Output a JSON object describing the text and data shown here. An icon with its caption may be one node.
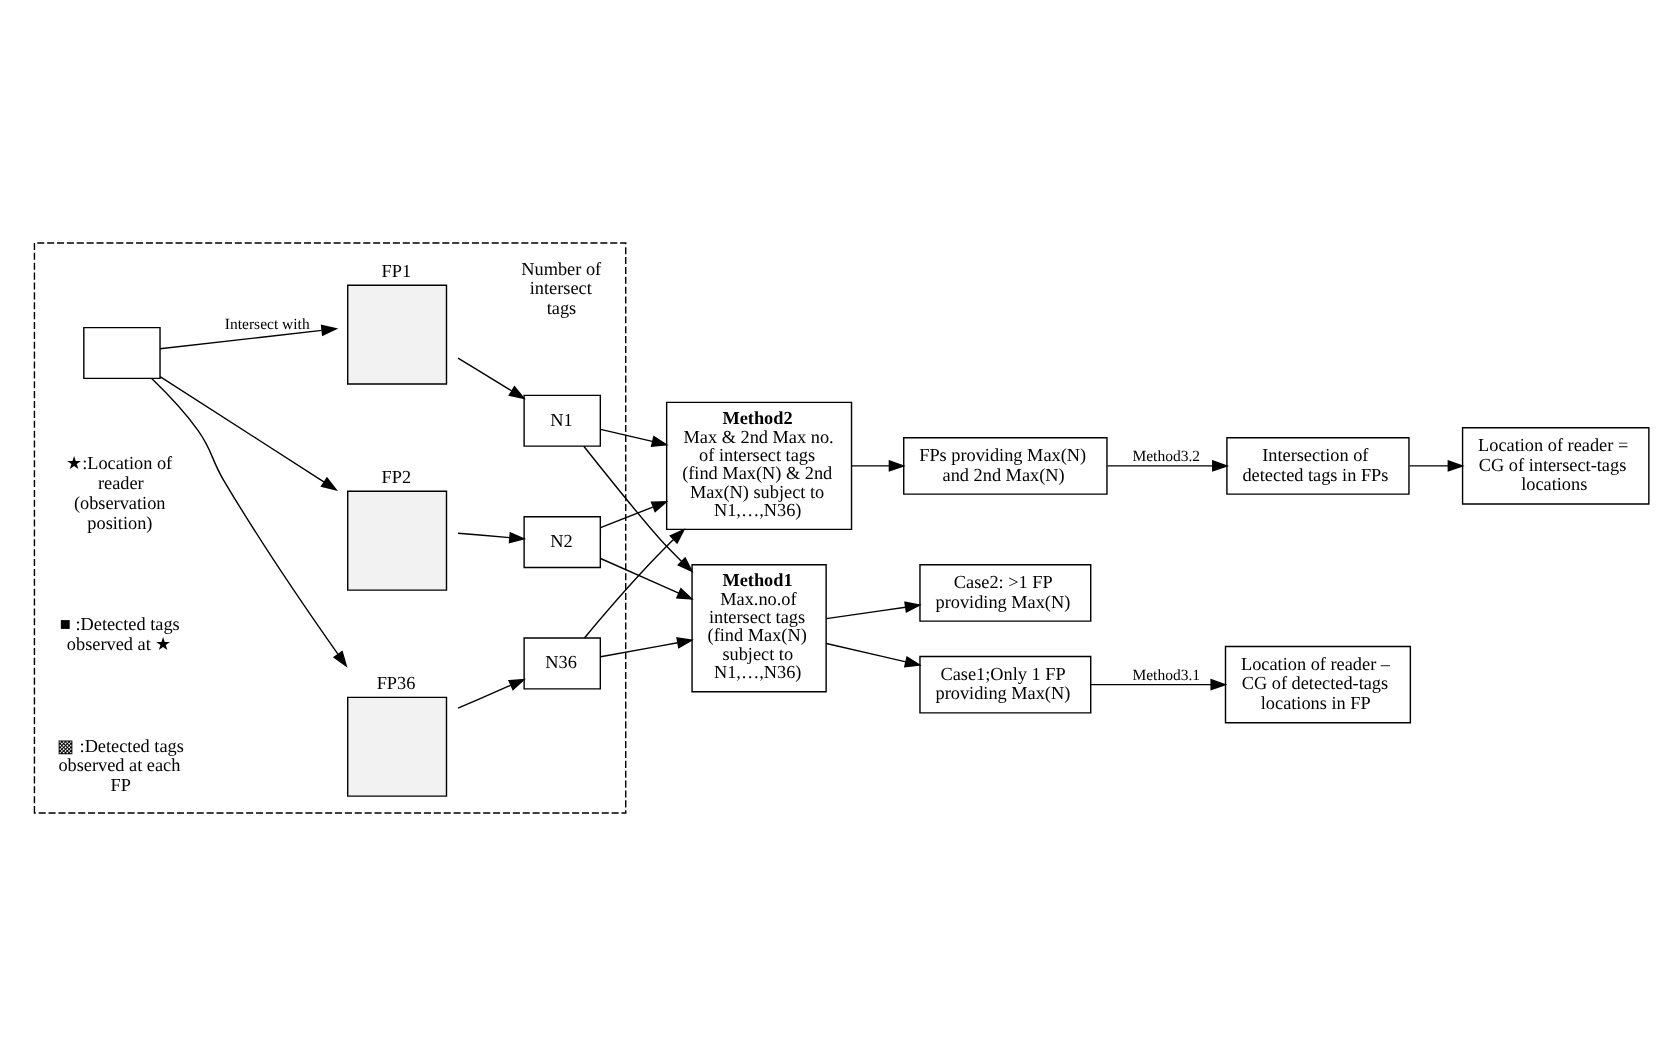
{
  "diagram": {
    "nodes": [
      {
        "text": [],
        "shape": "box"
      },
      {
        "text": [],
        "shape": "box",
        "in": 0
      },
      {
        "text": [
          "FP1"
        ],
        "in": 0
      },
      {
        "text": [
          "FP2"
        ],
        "in": 0
      },
      {
        "text": [
          "FP36"
        ],
        "in": 0
      },
      {
        "text": [
          "N1"
        ],
        "in": 0
      },
      {
        "text": [
          "N2"
        ],
        "in": 0
      },
      {
        "text": [
          "N36"
        ],
        "in": 0
      },
      {
        "text": [
          "Method1",
          "Max.no.of intersect tags (find Max(N) subject to N1,…,N36)"
        ]
      },
      {
        "text": [
          "Case1;Only 1 FP providing Max(N)"
        ]
      },
      {
        "text": [
          "Location of reader – CG of detected-tags locations in FP"
        ]
      },
      {
        "text": [
          "Case2: >1 FP providing Max(N)"
        ]
      },
      {
        "text": [
          "Method2",
          "Max & 2nd Max no. of intersect tags (find Max(N) & 2nd Max(N) subject to N1,…,N36)"
        ]
      },
      {
        "text": [
          "FPs providing Max(N) and 2nd Max(N)"
        ]
      },
      {
        "text": [
          "Intersection of detected tags in FPs"
        ]
      },
      {
        "text": [
          "Location of reader = CG of intersect-tags locations"
        ]
      }
    ],
    "edges": [
      {
        "from": 1,
        "to": 2,
        "arrow": "to",
        "label": "Intersect with"
      },
      {
        "from": 1,
        "to": 3,
        "arrow": "to"
      },
      {
        "from": 1,
        "to": 4,
        "arrow": "to"
      },
      {
        "from": 2,
        "to": 5,
        "arrow": "to"
      },
      {
        "from": 3,
        "to": 6,
        "arrow": "to"
      },
      {
        "from": 4,
        "to": 7,
        "arrow": "to"
      },
      {
        "from": 5,
        "to": 8,
        "arrow": "to"
      },
      {
        "from": 6,
        "to": 8,
        "arrow": "to"
      },
      {
        "from": 7,
        "to": 8,
        "arrow": "to"
      },
      {
        "from": 5,
        "to": 12,
        "arrow": "to"
      },
      {
        "from": 6,
        "to": 12,
        "arrow": "to"
      },
      {
        "from": 7,
        "to": 12,
        "arrow": "to"
      },
      {
        "from": 8,
        "to": 9,
        "arrow": "to"
      },
      {
        "from": 8,
        "to": 11,
        "arrow": "to"
      },
      {
        "from": 9,
        "to": 10,
        "arrow": "to",
        "label": "Method3.1"
      },
      {
        "from": 12,
        "to": 13,
        "arrow": "to"
      },
      {
        "from": 13,
        "to": 14,
        "arrow": "to",
        "label": "Method3.2"
      },
      {
        "from": 14,
        "to": 15,
        "arrow": "to"
      }
    ],
    "labels": [
      "Number of intersect tags"
    ],
    "legend": [
      {
        "text": "★:Location of reader (observation position)"
      },
      {
        "text": "■ :Detected tags observed at ★"
      },
      {
        "text": "▩ :Detected tags observed at each FP"
      }
    ]
  }
}
